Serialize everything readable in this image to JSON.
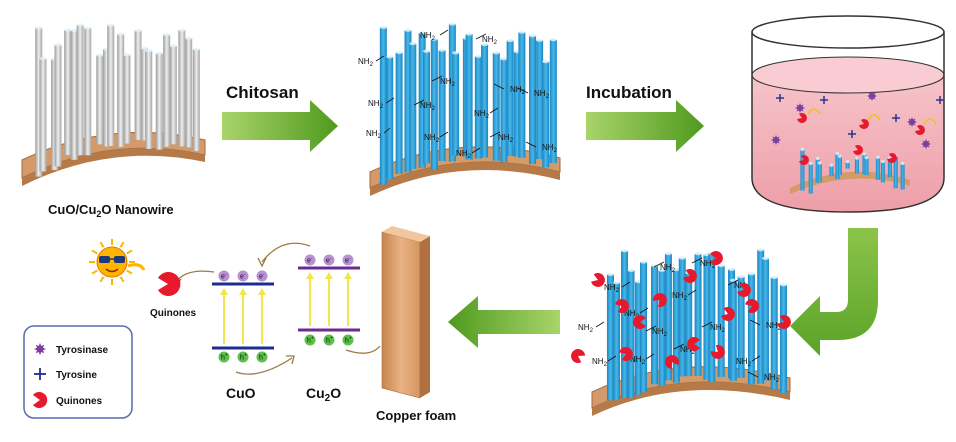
{
  "labels": {
    "nanowire_a": "CuO/Cu",
    "nanowire_sub": "2",
    "nanowire_b": "O Nanowire",
    "chitosan": "Chitosan",
    "incubation": "Incubation",
    "quinones": "Quinones",
    "cuo": "CuO",
    "cu2o_a": "Cu",
    "cu2o_sub": "2",
    "cu2o_b": "O",
    "copper_foam": "Copper foam",
    "nh2": "NH",
    "nh2_sub": "2",
    "e": "e",
    "h": "h",
    "plus": "+",
    "minus": "-"
  },
  "legend": {
    "tyrosinase": "Tyrosinase",
    "tyrosine": "Tyrosine",
    "quinones": "Quinones"
  },
  "colors": {
    "arrow_green": "#6cae2e",
    "nanowire_blue": "#2aa3dc",
    "nanowire_gray": "#c8c8c8",
    "substrate": "#d49a6a",
    "quinone_red": "#e8192c",
    "tyrosinase_purple": "#7b3fa0",
    "electron_purple": "#b98fd6",
    "hole_green": "#5cc04a",
    "band_blue": "#1e2c8c",
    "band_purple": "#6a2c91",
    "beaker_liquid": "#f3b6bd",
    "copper_foam": "#e3a877"
  },
  "icons": [
    "sun-icon",
    "tyrosinase-icon",
    "tyrosine-icon",
    "quinone-icon"
  ]
}
